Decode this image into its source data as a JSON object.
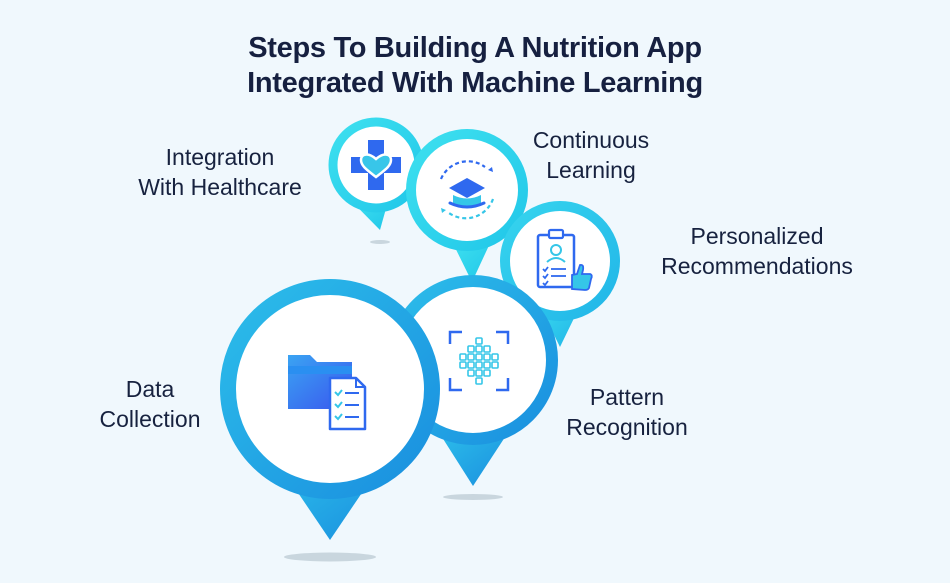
{
  "title": {
    "line1": "Steps To Building A Nutrition App",
    "line2": "Integrated With Machine Learning"
  },
  "steps": [
    {
      "line1": "Integration",
      "line2": "With Healthcare",
      "icon": "medical-cross-heart-icon"
    },
    {
      "line1": "Continuous",
      "line2": "Learning",
      "icon": "graduation-cap-icon"
    },
    {
      "line1": "Personalized",
      "line2": "Recommendations",
      "icon": "clipboard-profile-thumbs-up-icon"
    },
    {
      "line1": "Pattern",
      "line2": "Recognition",
      "icon": "dot-grid-scan-icon"
    },
    {
      "line1": "Data",
      "line2": "Collection",
      "icon": "folder-checklist-icon"
    }
  ],
  "colors": {
    "background": "#f0f8fd",
    "title": "#162040",
    "pin_light": "#2ed6ec",
    "pin_dark": "#1e9de2",
    "icon_blue": "#2b6ef0",
    "icon_cyan": "#35c6e8"
  }
}
